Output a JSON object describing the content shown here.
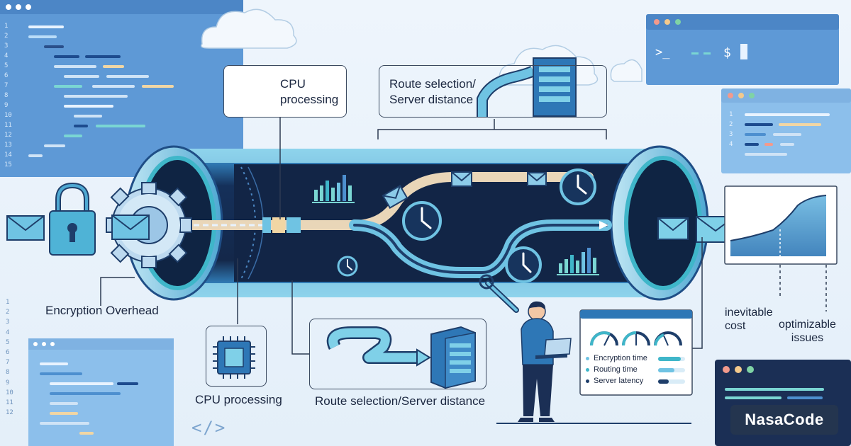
{
  "labels": {
    "encryption_overhead": "Encryption Overhead",
    "cpu_processing_top": "CPU\nprocessing",
    "cpu_processing_bottom": "CPU processing",
    "route_selection_top": "Route selection/\nServer distance",
    "route_selection_bottom": "Route selection/Server distance",
    "inevitable_cost": "inevitable\ncost",
    "optimizable_issues": "optimizable\nissues"
  },
  "dashboard": {
    "items": [
      {
        "label": "Encryption time",
        "fraction": 0.85
      },
      {
        "label": "Routing time",
        "fraction": 0.6
      },
      {
        "label": "Server latency",
        "fraction": 0.4
      }
    ]
  },
  "terminal": {
    "prompt": ">_",
    "dollar": "$"
  },
  "line_numbers_left": [
    "1",
    "2",
    "3",
    "4",
    "5",
    "6",
    "7",
    "8",
    "9",
    "10",
    "11",
    "12",
    "13",
    "14",
    "15"
  ],
  "line_numbers_bottom": [
    "1",
    "2",
    "3",
    "4",
    "5",
    "6",
    "7",
    "8",
    "9",
    "10",
    "11",
    "12"
  ],
  "line_numbers_right": [
    "1",
    "2",
    "3",
    "4"
  ],
  "code_brackets": "</>",
  "brand": "NasaCode",
  "icons": [
    "envelope-icon",
    "padlock-icon",
    "gear-icon",
    "cpu-chip-icon",
    "server-building-icon",
    "clock-icon",
    "bar-chart-icon",
    "wrench-icon",
    "laptop-icon",
    "gauge-icon",
    "cloud-icon",
    "window-dots-icon"
  ],
  "colors": {
    "background": "#eaf3fb",
    "pipe_dark": "#14284a",
    "pipe_light": "#6fc3e3",
    "teal_accent": "#3fb6c9",
    "route_beige": "#e9d6b8",
    "ink": "#1b2740"
  }
}
